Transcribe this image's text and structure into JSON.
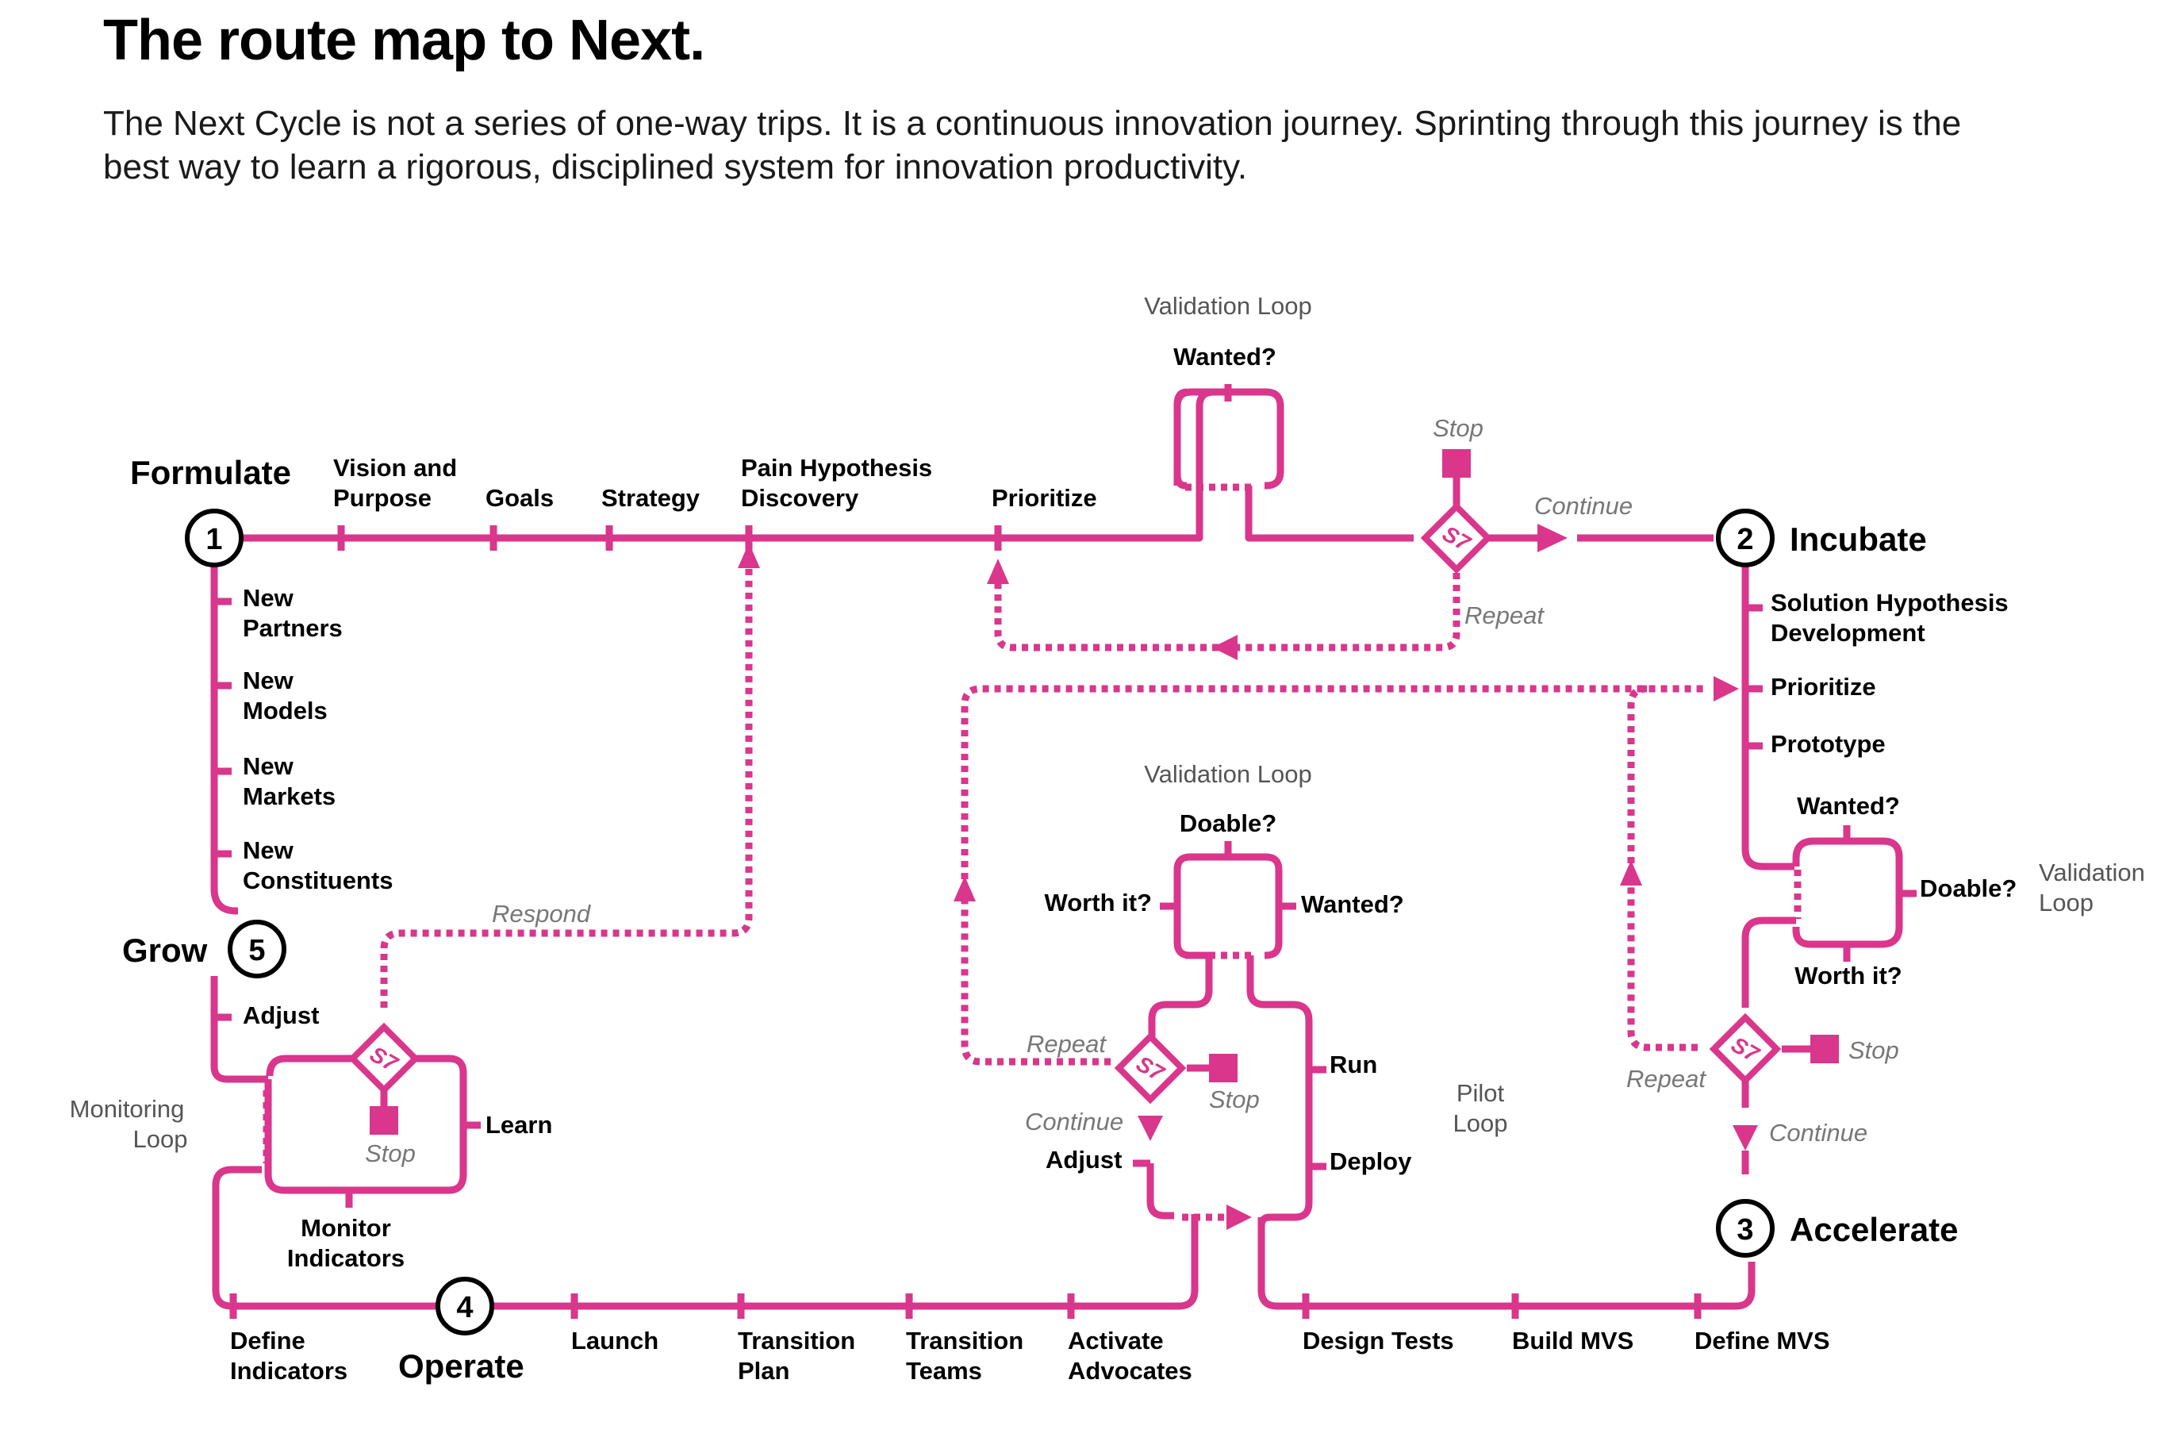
{
  "header": {
    "title": "The route map to Next.",
    "intro": "The Next Cycle is not a series of one-way trips. It is a continuous innovation journey. Sprinting through this journey is the best way to learn a rigorous, disciplined system for innovation productivity."
  },
  "colors": {
    "route": "#d9368c",
    "text": "#000000",
    "muted": "#555555"
  },
  "stations": {
    "formulate": {
      "num": "1",
      "name": "Formulate"
    },
    "incubate": {
      "num": "2",
      "name": "Incubate"
    },
    "accelerate": {
      "num": "3",
      "name": "Accelerate"
    },
    "operate": {
      "num": "4",
      "name": "Operate"
    },
    "grow": {
      "num": "5",
      "name": "Grow"
    }
  },
  "top_line": {
    "vision_1": "Vision and",
    "vision_2": "Purpose",
    "goals": "Goals",
    "strategy": "Strategy",
    "pain_1": "Pain Hypothesis",
    "pain_2": "Discovery",
    "prioritize": "Prioritize"
  },
  "top_loop": {
    "title": "Validation Loop",
    "wanted": "Wanted?",
    "stop": "Stop",
    "continue": "Continue",
    "repeat": "Repeat",
    "sprint": "S7"
  },
  "left_line": {
    "partners_1": "New",
    "partners_2": "Partners",
    "models_1": "New",
    "models_2": "Models",
    "markets_1": "New",
    "markets_2": "Markets",
    "constituents_1": "New",
    "constituents_2": "Constituents"
  },
  "incubate_line": {
    "solution_1": "Solution Hypothesis",
    "solution_2": "Development",
    "prioritize": "Prioritize",
    "prototype": "Prototype",
    "wanted": "Wanted?",
    "doable": "Doable?",
    "worth": "Worth it?",
    "loop_1": "Validation",
    "loop_2": "Loop",
    "stop": "Stop",
    "repeat": "Repeat",
    "continue": "Continue",
    "sprint": "S7"
  },
  "pilot": {
    "title": "Validation Loop",
    "doable": "Doable?",
    "worth": "Worth it?",
    "wanted": "Wanted?",
    "repeat": "Repeat",
    "stop": "Stop",
    "continue": "Continue",
    "adjust": "Adjust",
    "run": "Run",
    "deploy": "Deploy",
    "loop_1": "Pilot",
    "loop_2": "Loop",
    "sprint": "S7"
  },
  "grow_loop": {
    "respond": "Respond",
    "adjust": "Adjust",
    "learn": "Learn",
    "stop": "Stop",
    "monitor_1": "Monitor",
    "monitor_2": "Indicators",
    "loop_1": "Monitoring",
    "loop_2": "Loop",
    "sprint": "S7"
  },
  "bottom_line": {
    "define_ind_1": "Define",
    "define_ind_2": "Indicators",
    "launch": "Launch",
    "plan_1": "Transition",
    "plan_2": "Plan",
    "teams_1": "Transition",
    "teams_2": "Teams",
    "advocates_1": "Activate",
    "advocates_2": "Advocates",
    "design_tests": "Design Tests",
    "build_mvs": "Build MVS",
    "define_mvs": "Define MVS"
  }
}
